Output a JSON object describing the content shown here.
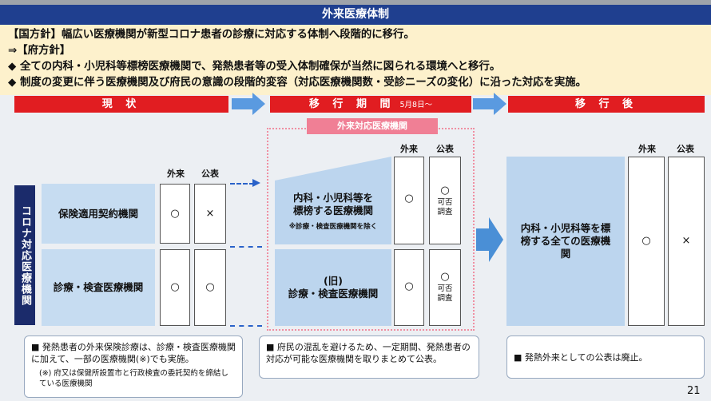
{
  "title": "外来医療体制",
  "policy": {
    "line1": "【国方針】幅広い医療機関が新型コロナ患者の診療に対応する体制へ段階的に移行。",
    "line2": "⇒【府方針】",
    "line3": "◆ 全ての内科・小児科等標榜医療機関で、発熱患者等の受入体制確保が当然に図られる環境へと移行。",
    "line4": "◆ 制度の変更に伴う医療機関及び府民の意識の段階的変容（対応医療機関数・受診ニーズの変化）に沿った対応を実施。"
  },
  "phases": {
    "current": "現 状",
    "transition": "移 行 期 間",
    "transition_date": "5月8日～",
    "after": "移 行 後"
  },
  "side_label": "コロナ対応医療機関",
  "col_headers": {
    "outpatient": "外来",
    "public": "公表"
  },
  "current": {
    "rows": [
      {
        "label": "保険適用契約機関",
        "outpatient": "○",
        "public": "×"
      },
      {
        "label": "診療・検査医療機関",
        "outpatient": "○",
        "public": "○"
      }
    ],
    "note_main": "■ 発熱患者の外来保険診療は、診療・検査医療機関に加えて、一部の医療機関(※)でも実施。",
    "note_sub": "(※) 府又は保健所設置市と行政検査の委託契約を締結している医療機関"
  },
  "transition": {
    "box_label": "外来対応医療機関",
    "row1_label": "内科・小児科等を標榜する医療機関",
    "row1_sub": "※診療・検査医療機関を除く",
    "row1_outpatient": "○",
    "row1_public_symbol": "○",
    "row1_public_text": "可否調査",
    "row2_label_a": "(旧)",
    "row2_label_b": "診療・検査医療機関",
    "row2_outpatient": "○",
    "row2_public_symbol": "○",
    "row2_public_text": "可否調査",
    "note": "■ 府民の混乱を避けるため、一定期間、発熱患者の対応が可能な医療機関を取りまとめて公表。"
  },
  "after": {
    "row_label": "内科・小児科等を標榜する全ての医療機関",
    "outpatient": "○",
    "public": "×",
    "note": "■ 発熱外来としての公表は廃止。"
  },
  "page_number": "21",
  "colors": {
    "title_bg": "#1f3f8f",
    "policy_bg": "#fdf1cc",
    "red": "#e11d21",
    "blue": "#bcd5ee",
    "navy": "#1b2b6b",
    "arrow": "#4a8fd6"
  }
}
